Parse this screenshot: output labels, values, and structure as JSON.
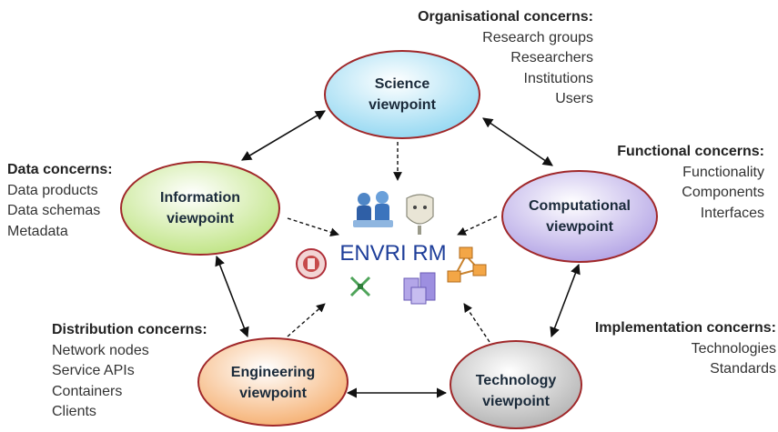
{
  "viewpoints": {
    "science": {
      "line1": "Science",
      "line2": "viewpoint"
    },
    "information": {
      "line1": "Information",
      "line2": "viewpoint"
    },
    "computational": {
      "line1": "Computational",
      "line2": "viewpoint"
    },
    "engineering": {
      "line1": "Engineering",
      "line2": "viewpoint"
    },
    "technology": {
      "line1": "Technology",
      "line2": "viewpoint"
    }
  },
  "center": {
    "label": "ENVRI RM"
  },
  "concerns": {
    "organisational": {
      "heading": "Organisational concerns:",
      "items": [
        "Research groups",
        "Researchers",
        "Institutions",
        "Users"
      ]
    },
    "data": {
      "heading": "Data concerns:",
      "items": [
        "Data products",
        "Data schemas",
        "Metadata"
      ]
    },
    "functional": {
      "heading": "Functional concerns:",
      "items": [
        "Functionality",
        "Components",
        "Interfaces"
      ]
    },
    "distribution": {
      "heading": "Distribution concerns:",
      "items": [
        "Network nodes",
        "Service APIs",
        "Containers",
        "Clients"
      ]
    },
    "implementation": {
      "heading": "Implementation concerns:",
      "items": [
        "Technologies",
        "Standards"
      ]
    }
  },
  "colors": {
    "science": "#aee4f7",
    "information": "#d4f1a4",
    "computational": "#c6b6ee",
    "engineering": "#f9c48f",
    "technology": "#cfcfcf",
    "ellipse_stroke": "#a0282a",
    "center_text": "#1f3f9a"
  }
}
